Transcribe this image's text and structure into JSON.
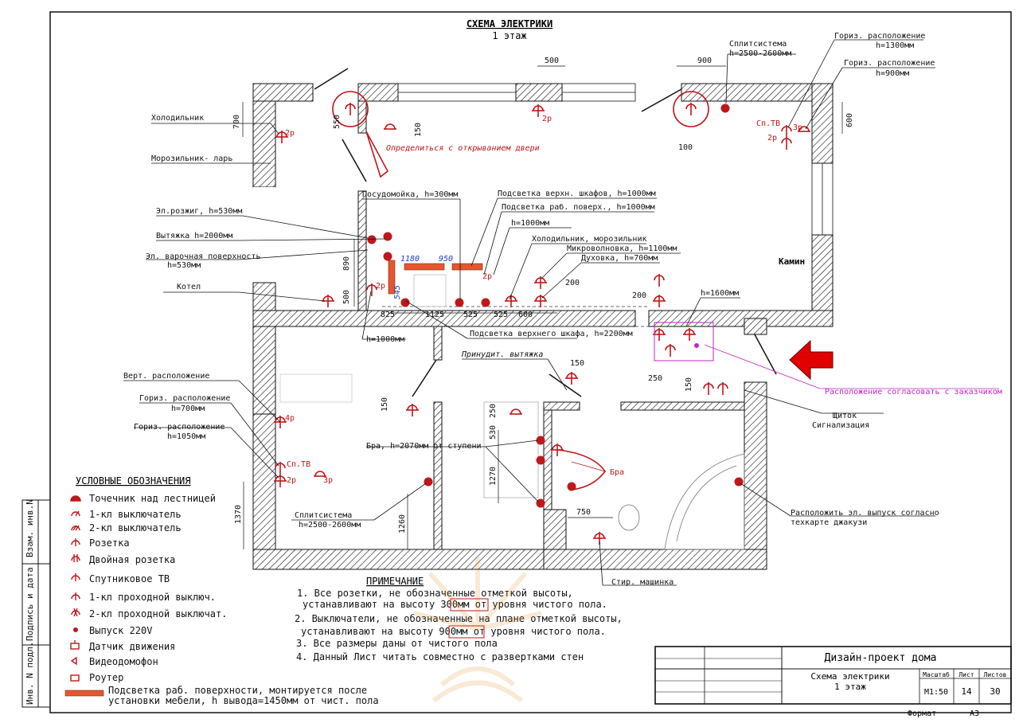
{
  "drawing": {
    "title": "СХЕМА ЭЛЕКТРИКИ",
    "floor": "1 этаж"
  },
  "labels": {
    "fridge": "Холодильник",
    "freezer": "Морозильник- ларь",
    "el_rozhig": "Эл.розжиг, h=530мм",
    "hood": "Вытяжка h=2000мм",
    "hob": "Эл. варочная поверхность",
    "hob_h": "h=530мм",
    "boiler": "Котел",
    "dishwasher": "Посудомойка, h=300мм",
    "upper_cab_light": "Подсветка верхн. шкафов, h=1000мм",
    "work_light": "Подсветка раб. поверх., h=1000мм",
    "h1000": "h=1000мм",
    "fridge_freezer": "Холодильник, морозильник",
    "microwave": "Микроволновка, h=1100мм",
    "oven": "Духовка, h=700мм",
    "fireplace": "Камин",
    "h1600": "h=1600мм",
    "split_top": "Сплитсистема",
    "split_top_h": "h=2500-2600мм",
    "horiz_1300": "Гориз. расположение",
    "horiz_1300_h": "h=1300мм",
    "horiz_900": "Гориз. расположение",
    "horiz_900_h": "h=900мм",
    "door_note": "Определиться с открыванием двери",
    "upper_cab_2200": "Подсветка верхнего шкафа, h=2200мм",
    "forced_hood": "Принудит. вытяжка",
    "agree_client": "Расположение согласовать с заказчиком",
    "panel": "Щиток",
    "alarm": "Сигнализация",
    "vert": "Верт. расположение",
    "horiz_700": "Гориз. расположение",
    "horiz_700_h": "h=700мм",
    "horiz_1050": "Гориз. расположение",
    "horiz_1050_h": "h=1050мм",
    "sconce_stair": "Бра, h=2070мм от ступени",
    "sconce": "Бра",
    "split_bottom": "Сплитсистема",
    "split_bottom_h": "h=2500-2600мм",
    "jacuzzi1": "Расположить эл. выпуск согласно",
    "jacuzzi2": "техкарте джакузи",
    "washer": "Стир. машинка",
    "sp_tv": "Сп.ТВ",
    "r2": "2р",
    "r3": "3р",
    "r4": "4р",
    "h1000_b": "h=1000мм"
  },
  "dims": {
    "d500_top": "500",
    "d900": "900",
    "d100": "100",
    "d550": "550",
    "d150a": "150",
    "d700": "700",
    "d600": "600",
    "d890": "890",
    "d500_left": "500",
    "d1180": "1180",
    "d950": "950",
    "d545": "545",
    "d825": "825",
    "d1125": "1125",
    "d525a": "525",
    "d525b": "525",
    "d600b": "600",
    "d200a": "200",
    "d200b": "200",
    "d250": "250",
    "d150b": "150",
    "d150c": "150",
    "d150d": "150",
    "d250b": "250",
    "d530": "530",
    "d1270": "1270",
    "d1260": "1260",
    "d1370": "1370",
    "d750": "750"
  },
  "legend": {
    "title": "УСЛОВНЫЕ ОБОЗНАЧЕНИЯ",
    "items": [
      "Точечник над лестницей",
      "1-кл выключатель",
      "2-кл выключатель",
      "Розетка",
      "Двойная розетка",
      "Спутниковое ТВ",
      "1-кл проходной выключ.",
      "2-кл проходной выключат.",
      "Выпуск 220V",
      "Датчик движения",
      "Видеодомофон",
      "Роутер"
    ],
    "strip_line1": "Подсветка раб. поверхности, монтируется после",
    "strip_line2": "установки мебели, h вывода=1450мм от чист. пола"
  },
  "notes": {
    "title": "ПРИМЕЧАНИЕ",
    "n1a": "1. Все розетки, не обозначенные отметкой высоты,",
    "n1b_pre": "устанавливают на высоту ",
    "n1b_val": "300мм",
    "n1b_post": " от уровня чистого пола.",
    "n2a": "2. Выключатели, не обозначенные на плане отметкой высоты,",
    "n2b_pre": "устанавливают на высоту ",
    "n2b_val": "900мм",
    "n2b_post": " от уровня чистого пола.",
    "n3": "3. Все размеры даны от чистого пола",
    "n4": "4. Данный Лист читать совместно с развертками стен"
  },
  "title_block": {
    "project": "Дизайн-проект дома",
    "sheet_name1": "Схема электрики",
    "sheet_name2": "1 этаж",
    "h_scale": "Масштаб",
    "h_sheet": "Лист",
    "h_sheets": "Листов",
    "scale": "М1:50",
    "sheet": "14",
    "sheets": "30",
    "format_label": "Формат",
    "format": "А3"
  },
  "side_stamp": {
    "s1": "Взам. инв.N",
    "s2": "Подпись и дата",
    "s3": "Инв. N подл."
  },
  "colors": {
    "accent_red": "#c0171a",
    "magenta": "#c026c6",
    "orange_strip": "#e4572e"
  }
}
